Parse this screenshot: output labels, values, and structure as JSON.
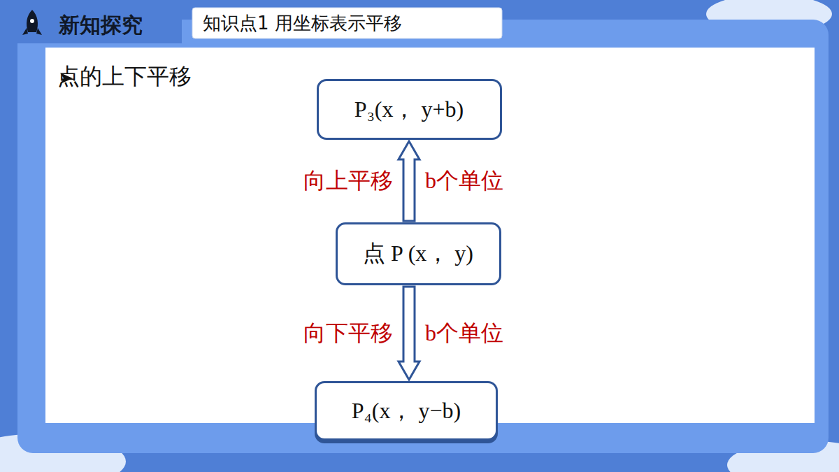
{
  "diagram": {
    "title": "新知探究",
    "nodes": [
      {
        "text": [
          "P₃(x， y+b)"
        ]
      },
      {
        "text": [
          "点 P (x， y)"
        ]
      },
      {
        "text": [
          "P₄(x， y−b)"
        ]
      }
    ],
    "edges": [
      {
        "from": 1,
        "to": 0,
        "arrow": "to",
        "label": "向上平移"
      },
      {
        "from": 1,
        "to": 2,
        "arrow": "to",
        "label": "向下平移"
      }
    ],
    "labels": [
      "知识点1  用坐标表示平移",
      "点的上下平移",
      "b个单位",
      "b个单位"
    ]
  }
}
